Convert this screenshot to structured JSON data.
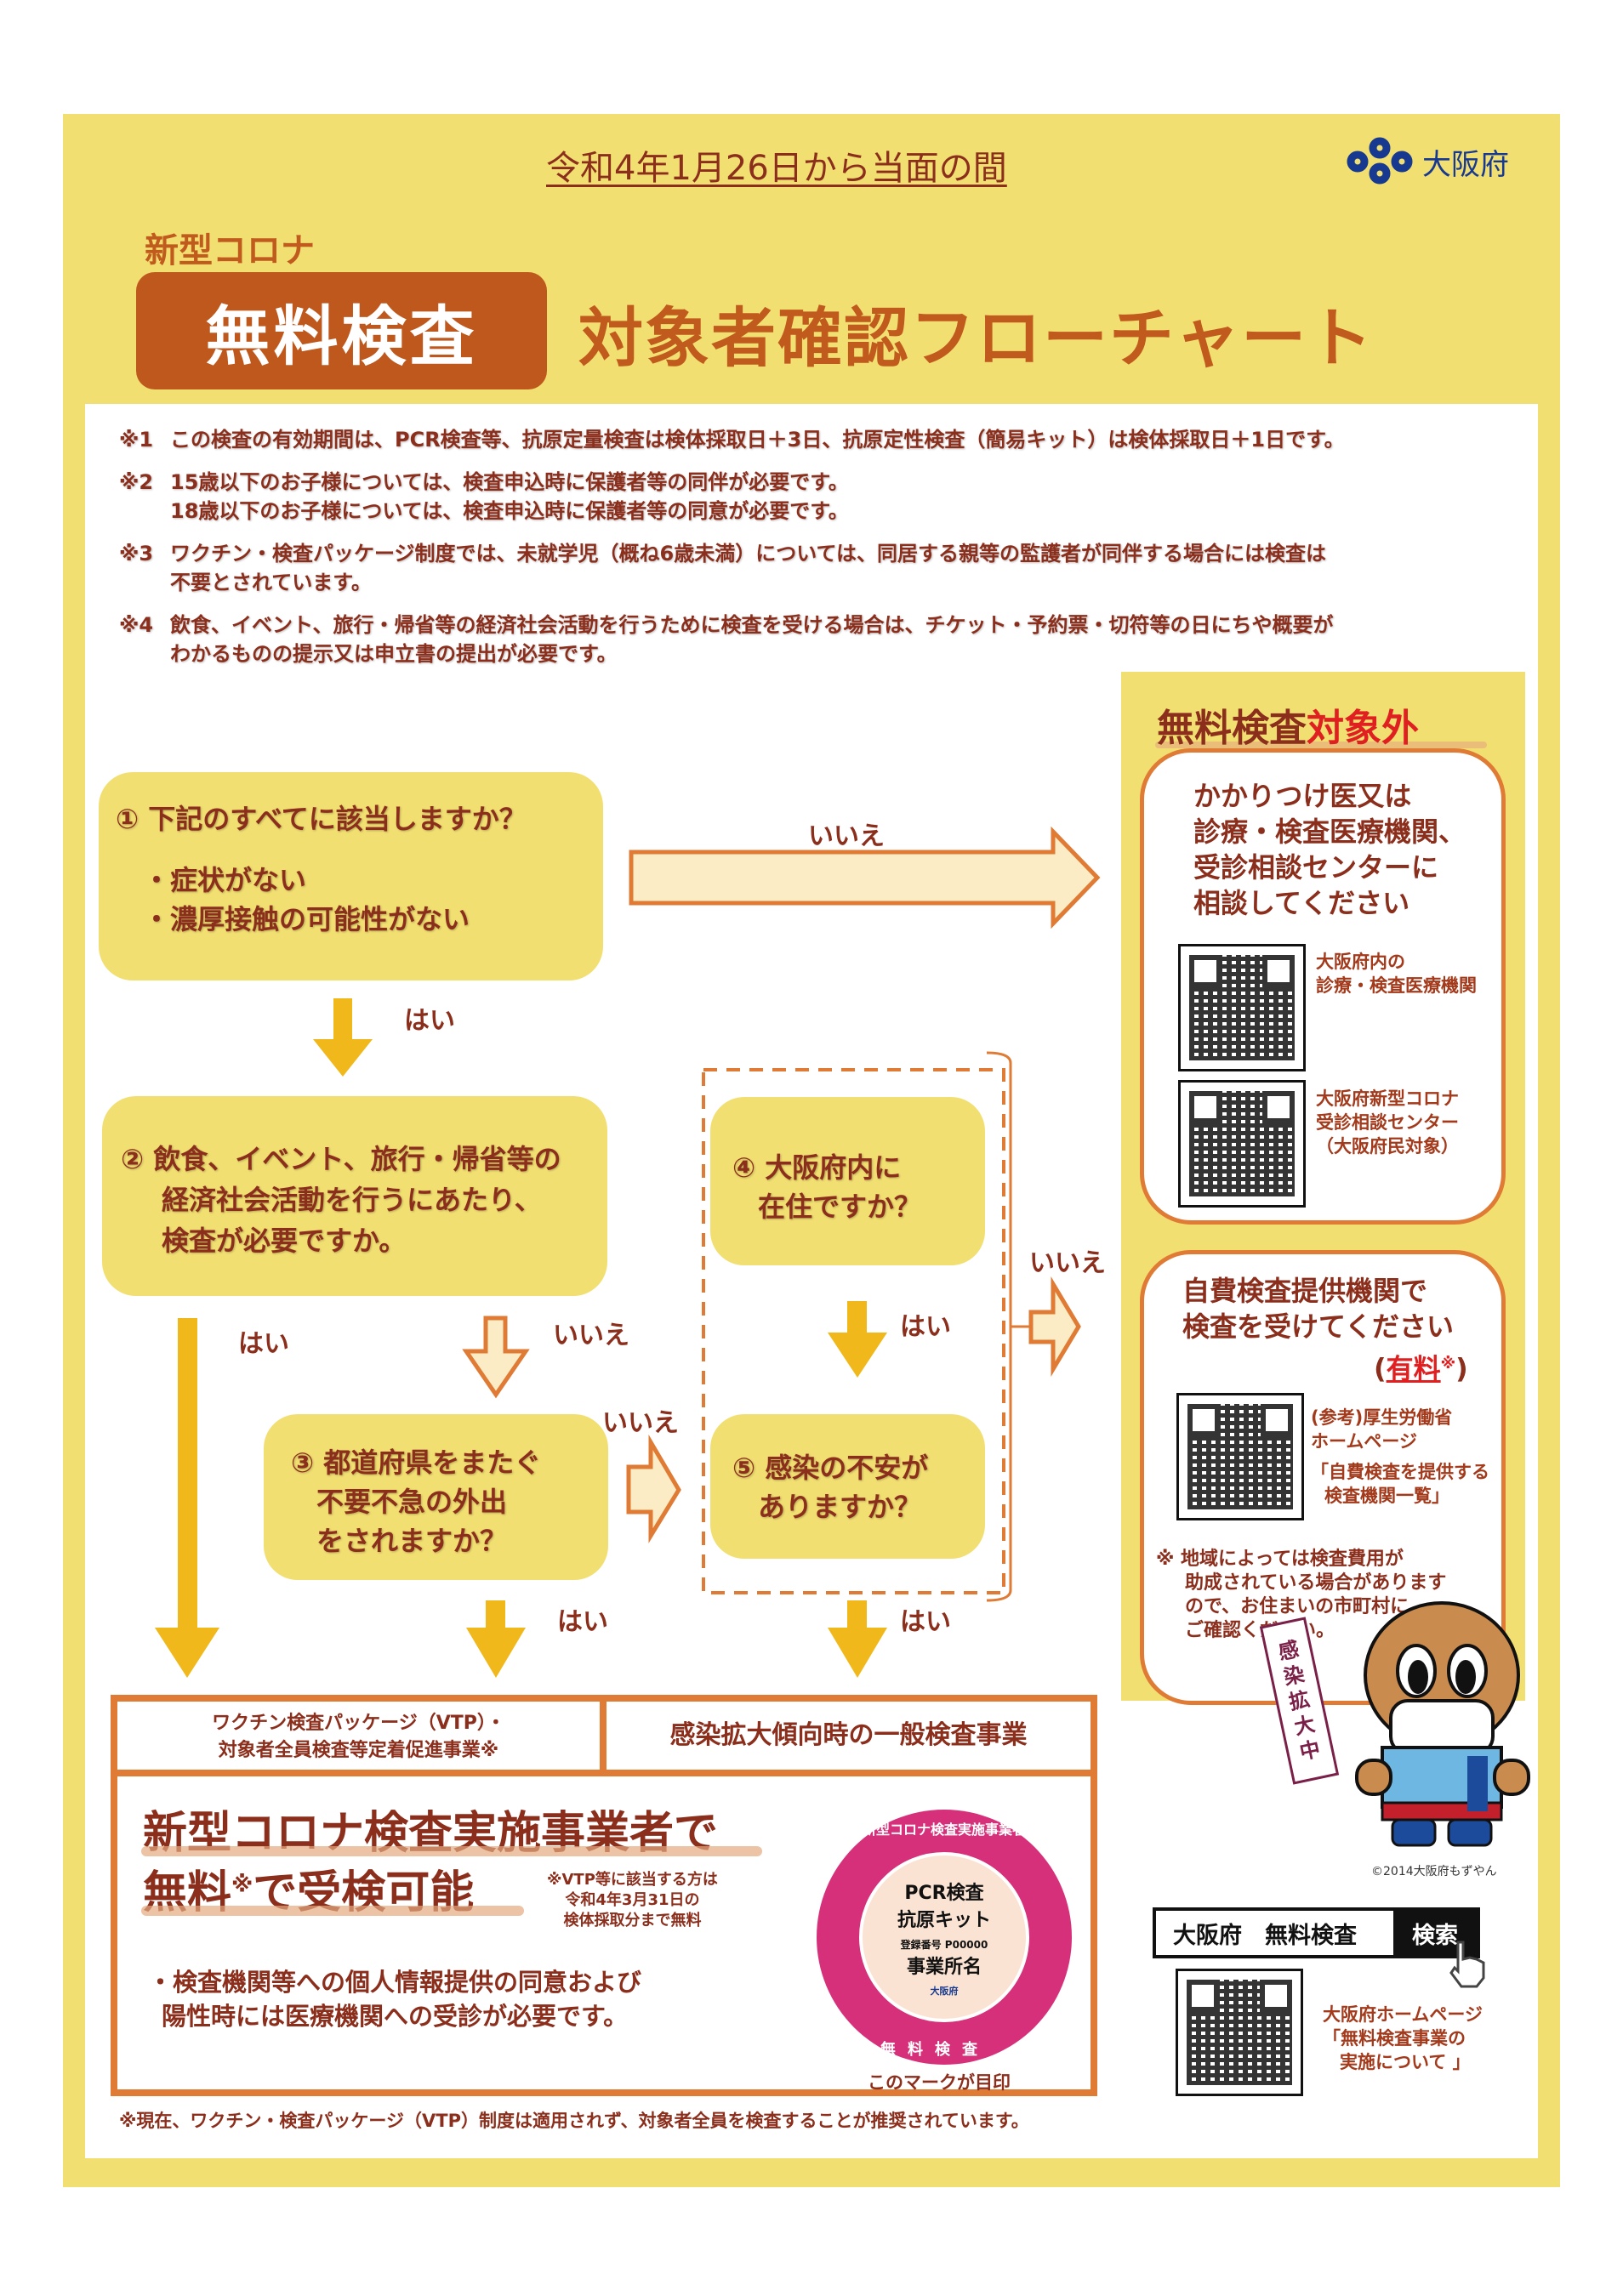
{
  "header": {
    "period": "令和4年1月26日から当面の間",
    "logo_text": "大阪府",
    "subtitle": "新型コロナ",
    "title_box": "無料検査",
    "title": "対象者確認フローチャート"
  },
  "notes": [
    {
      "mark": "※1",
      "lines": [
        "この検査の有効期間は、PCR検査等、抗原定量検査は検体採取日＋3日、抗原定性検査（簡易キット）は検体採取日＋1日です。"
      ]
    },
    {
      "mark": "※2",
      "lines": [
        "15歳以下のお子様については、検査申込時に保護者等の同伴が必要です。",
        "18歳以下のお子様については、検査申込時に保護者等の同意が必要です。"
      ]
    },
    {
      "mark": "※3",
      "lines": [
        "ワクチン・検査パッケージ制度では、未就学児（概ね6歳未満）については、同居する親等の監護者が同伴する場合には検査は",
        "不要とされています。"
      ]
    },
    {
      "mark": "※4",
      "lines": [
        "飲食、イベント、旅行・帰省等の経済社会活動を行うために検査を受ける場合は、チケット・予約票・切符等の日にちや概要が",
        "わかるものの提示又は申立書の提出が必要です。"
      ]
    }
  ],
  "flow": {
    "q1": {
      "title": "① 下記のすべてに該当しますか？",
      "items": [
        "・症状がない",
        "・濃厚接触の可能性がない"
      ]
    },
    "q2": {
      "lines": [
        "② 飲食、イベント、旅行・帰省等の",
        "経済社会活動を行うにあたり、",
        "検査が必要ですか。"
      ]
    },
    "q3": {
      "lines": [
        "③ 都道府県をまたぐ",
        "不要不急の外出",
        "をされますか？"
      ]
    },
    "q4": {
      "lines": [
        "④ 大阪府内に",
        "在住ですか？"
      ]
    },
    "q5": {
      "lines": [
        "⑤ 感染の不安が",
        "ありますか？"
      ]
    },
    "yes": "はい",
    "no": "いいえ"
  },
  "outcomes": {
    "vtp_header": [
      "ワクチン検査パッケージ（VTP）・",
      "対象者全員検査等定着促進事業※"
    ],
    "general_header": "感染拡大傾向時の一般検査事業",
    "main_line1": "新型コロナ検査実施事業者で",
    "main_line2_a": "無料",
    "main_line2_sup": "※",
    "main_line2_b": "で受検可能",
    "vtp_note": [
      "※VTP等に該当する方は",
      "令和4年3月31日の",
      "検体採取分まで無料"
    ],
    "consent": [
      "・検査機関等への個人情報提供の同意および",
      "陽性時には医療機関への受診が必要です。"
    ],
    "seal": {
      "ring_top": "新型コロナ検査実施事業者",
      "ring_bottom": "無料検査",
      "line1": "PCR検査",
      "line2": "抗原キット",
      "reg": "登録番号 P00000",
      "name": "事業所名",
      "logo": "大阪府"
    },
    "seal_caption": "このマークが目印"
  },
  "not_eligible": {
    "title_a": "無料検査",
    "title_b": "対象外",
    "card1": {
      "head": [
        "かかりつけ医又は",
        "診療・検査医療機関、",
        "受診相談センターに",
        "相談してください"
      ],
      "qr1_label": [
        "大阪府内の",
        "診療・検査医療機関"
      ],
      "qr2_label": [
        "大阪府新型コロナ",
        "受診相談センター",
        "（大阪府民対象）"
      ]
    },
    "card2": {
      "head": [
        "自費検査提供機関で",
        "検査を受けてください"
      ],
      "paid": "有料",
      "paid_sup": "※",
      "qr_label": [
        "(参考)厚生労働省",
        "ホームページ",
        "「自費検査を提供する",
        "検査機関一覧」"
      ],
      "note": [
        "※ 地域によっては検査費用が",
        "助成されている場合があります",
        "ので、お住まいの市町村に",
        "ご確認ください。"
      ]
    }
  },
  "mascot": {
    "flag": [
      "感",
      "染",
      "拡",
      "大",
      "中"
    ],
    "copyright": "©2014大阪府もずやん"
  },
  "search": {
    "query": "大阪府　無料検査",
    "button": "検索",
    "label": [
      "大阪府ホームページ",
      "「無料検査事業の",
      "実施について 」"
    ]
  },
  "footnote": "※現在、ワクチン・検査パッケージ（VTP）制度は適用されず、対象者全員を検査することが推奨されています。",
  "colors": {
    "background_yellow": "#f2df72",
    "brown_text": "#8b2e1c",
    "title_orange": "#bf581c",
    "border_orange": "#e07b35",
    "arrow_yellow": "#f0b81a",
    "red": "#e02020",
    "osaka_blue": "#17398f",
    "seal_pink": "#d7307a"
  }
}
